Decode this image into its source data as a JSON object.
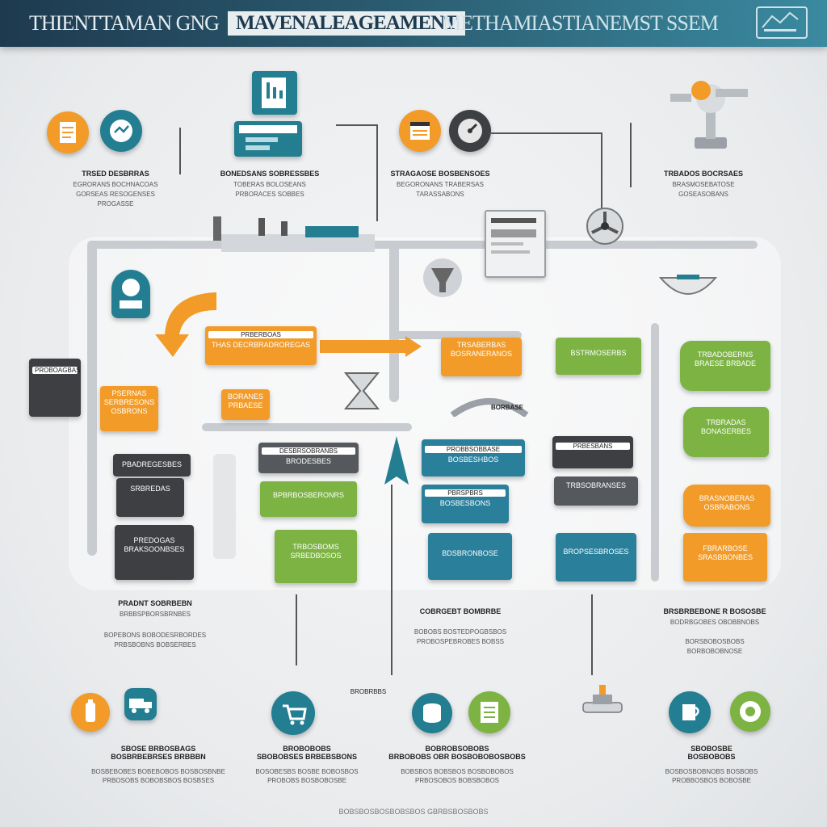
{
  "header": {
    "title_part1": "THIENTTAMAN GNG",
    "title_part2": "MAVENALEAGEAMENT",
    "title_part3": "METHAMIASTIANEMST SSEM"
  },
  "colors": {
    "header_bg": "#1e3a4f",
    "orange": "#f29b28",
    "teal": "#237e92",
    "green": "#7cb342",
    "dark_gray": "#3d3f42",
    "blue": "#2a7f9b"
  },
  "top_sections": [
    {
      "label": "TRSED DESBRRAS",
      "lines": [
        "EGRORANS BOCHNACOAS",
        "GORSEAS RESOGENSES",
        "PROGASSE"
      ]
    },
    {
      "label": "BONEDSANS SOBRESSBES",
      "lines": [
        "TOBERAS BOLOSEANS",
        "PRBORACES SOBBES"
      ]
    },
    {
      "label": "STRAGAOSE BOSBENSOES",
      "lines": [
        "BEGORONANS TRABERSAS",
        "TARASSABONS"
      ]
    },
    {
      "label": "TRBADOS BOCRSAES",
      "lines": [
        "BRASMOSEBATOSE",
        "GOSEASOBANS"
      ]
    }
  ],
  "process_boxes": {
    "orange_main": [
      "PRBERBOAS",
      "THAS DECRBRADROREGAS"
    ],
    "orange_mid": [
      "TRSABERBAS",
      "BOSRANERANOS"
    ],
    "orange_left": [
      "PSERNAS",
      "SERBRESONS",
      "OSBRONS"
    ],
    "orange_small": [
      "BORANES",
      "PRBAESE"
    ],
    "green_mid": [
      "BSTRMOSERBS"
    ],
    "green_right_1": [
      "TRBADOBERNS",
      "BRAESE BRBADE"
    ],
    "green_right_2": [
      "TRBRADAS",
      "BONASERBES"
    ],
    "orange_right_1": [
      "BRASNOBERAS",
      "OSBRABONS"
    ],
    "orange_right_2": [
      "FBRARBOSE",
      "SRASBBONBES"
    ],
    "gray_left": [
      "PROBOAGBAS"
    ],
    "dark_1": "PBADREGESBES",
    "dark_2": "SRBREDAS",
    "dark_3": [
      "PREDOGAS",
      "BRAKSOONBSES"
    ],
    "gray_center": [
      "DESBRSOBRANBS",
      "BRODESBES"
    ],
    "green_center": [
      "BPBRBOSBERONRS"
    ],
    "green_center_2": [
      "TRBOSBOMS",
      "SRBEDBOSOS"
    ],
    "teal_1": [
      "PROBBSOBBASE",
      "BOSBESHBOS"
    ],
    "teal_2": [
      "PBRSPBRS",
      "BOSBESBONS"
    ],
    "teal_3": [
      "BDSBRONBOSE"
    ],
    "dark_right": [
      "PRBESBANS"
    ],
    "dark_right_2": [
      "TRBSOBRANSES"
    ],
    "teal_right": [
      "BROPSESBROSES"
    ],
    "gauge_label": "BORBASE"
  },
  "mid_captions": [
    {
      "title": "PRADNT SOBRBEBN",
      "sub": "BRBBSPBORSBRNBES",
      "lines": [
        "BOPEBONS BOBODESRBORDES",
        "PRBSBOBNS BOBSERBES"
      ]
    },
    {
      "title": "COBRGEBT BOMBRBE",
      "sub": "",
      "lines": [
        "BOBOBS BOSTEDPOGBSBOS",
        "PROBOSPEBROBES BOBSS"
      ]
    },
    {
      "title": "BRSBRBEBONE R BOSOSBE",
      "sub": "BODRBGOBES OBOBBNOBS",
      "lines": [
        "BORSBOBOSBOBS",
        "BORBOBOBNOSE"
      ]
    }
  ],
  "center_note": "BROBRBBS",
  "bottom_items": [
    {
      "title": "SBOSE BRBOSBAGS",
      "sub": "BOSBRBEBRSES BRBBBN",
      "lines": [
        "BOSBEBOBES BOBEBOBOS BOSBOSBNBE",
        "PRBOSOBS BOBOBSBOS BOSBSES"
      ]
    },
    {
      "title": "BROBOBOBS",
      "sub": "SBOBOBSES BRBEBSBONS",
      "lines": [
        "BOSOBESBS BOSBE BOBOSBOS",
        "PROBOBS BOSBOBOSBE"
      ]
    },
    {
      "title": "BOBROBSOBOBS",
      "sub": "BRBOBOBS OBR BOSBOBOBOSBOBS",
      "lines": [
        "BOBSBOS BOBSBOS BOSBOBOBOS",
        "PRBOSOBOS BOBSBOBOS"
      ]
    },
    {
      "title": "SBOBOSBE",
      "sub": "BOSBOBOBS",
      "lines": [
        "BOSBOSBOBNOBS BOSBOBS",
        "PROBBOSBOS BOBOSBE"
      ]
    }
  ],
  "footer": "BOBSBOSBOSBOBSBOS GBRBSBOSBOBS"
}
